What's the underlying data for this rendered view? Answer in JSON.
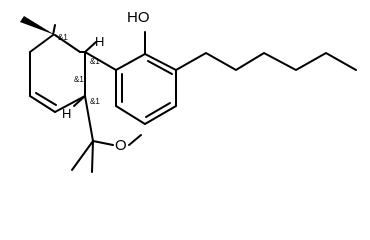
{
  "atoms": {
    "oh": "HO",
    "ring_o": "O",
    "h_top": "H",
    "h_bottom": "H"
  },
  "stereo_labels": {
    "c10a": "&1",
    "c6a": "&1",
    "c9": "&1",
    "c6a_ring": "&1"
  }
}
